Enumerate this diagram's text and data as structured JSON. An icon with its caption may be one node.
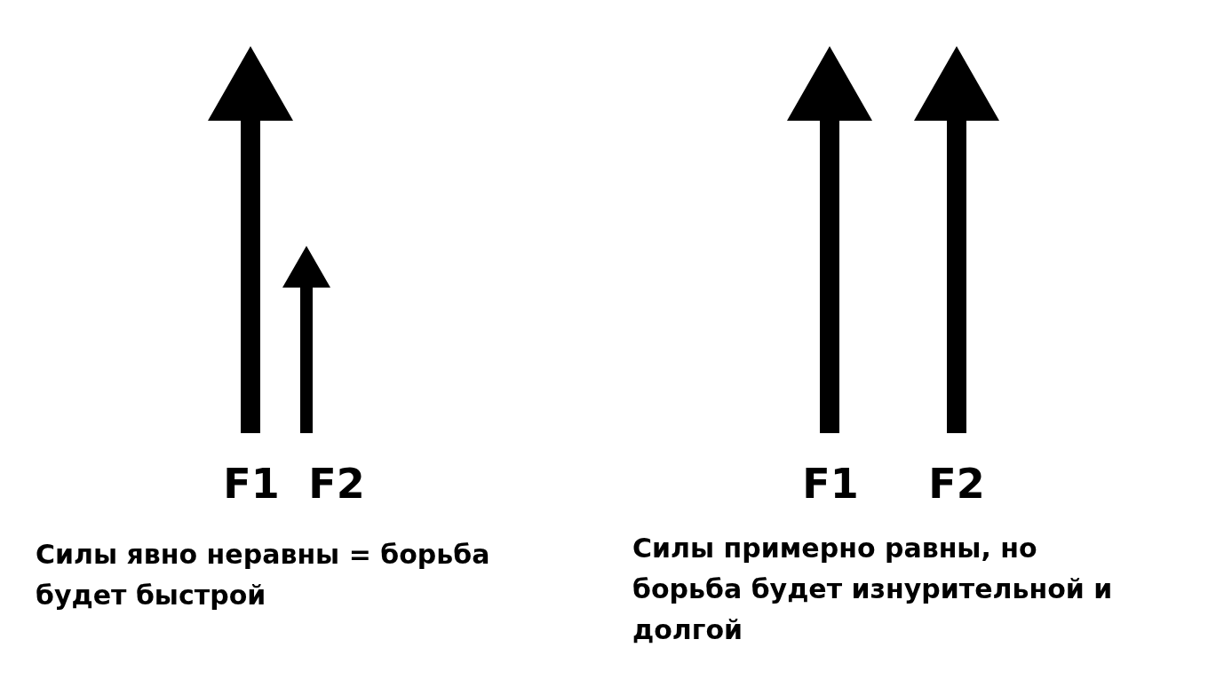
{
  "diagram": {
    "labels": [
      "F1",
      "F2",
      "F1",
      "F2",
      "Силы явно неравны = борьба будет быстрой",
      "Силы примерно равны, но борьба будет изнурительной и долгой"
    ]
  }
}
